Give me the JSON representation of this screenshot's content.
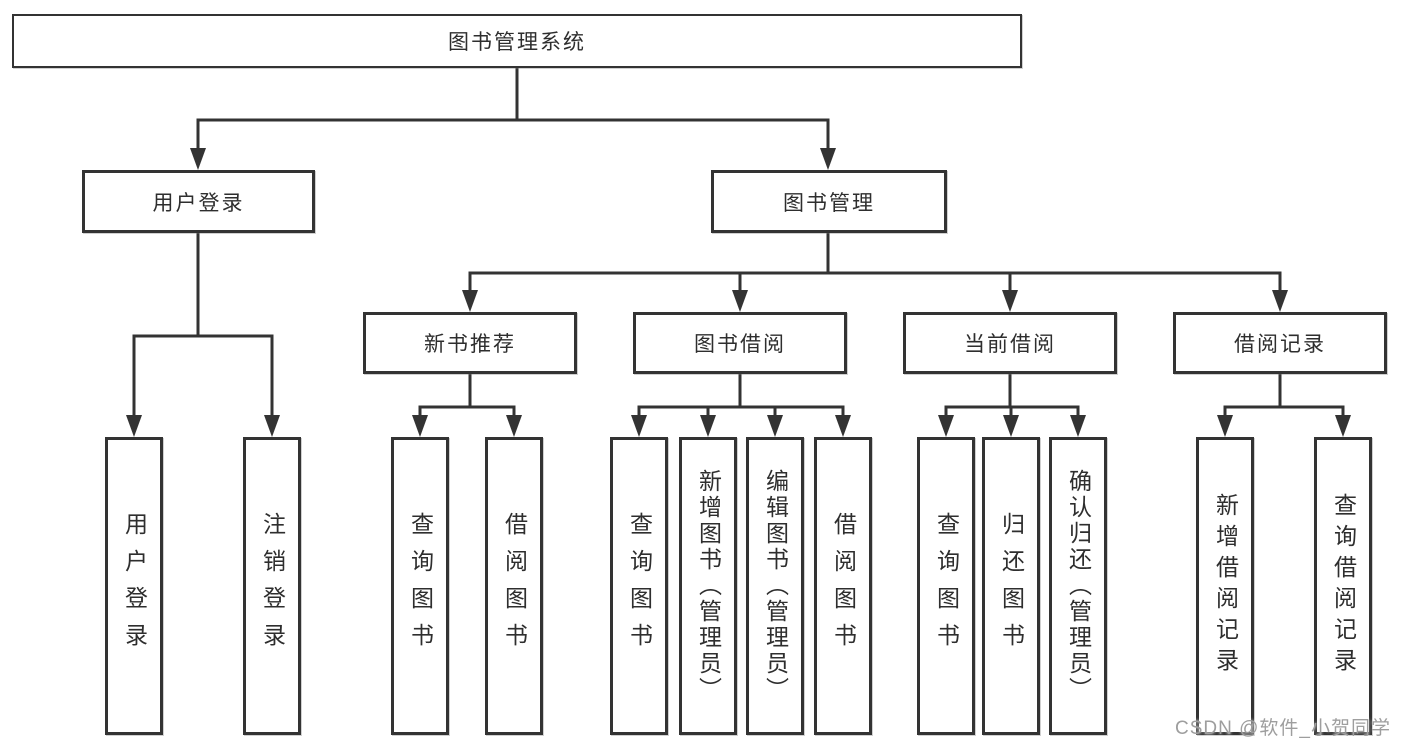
{
  "diagram": {
    "root": {
      "label": "图书管理系统"
    },
    "level2": [
      {
        "label": "用户登录"
      },
      {
        "label": "图书管理"
      }
    ],
    "level3": [
      {
        "label": "新书推荐"
      },
      {
        "label": "图书借阅"
      },
      {
        "label": "当前借阅"
      },
      {
        "label": "借阅记录"
      }
    ],
    "leaves": {
      "user_login": [
        "用户登录",
        "注销登录"
      ],
      "new_book": [
        "查询图书",
        "借阅图书"
      ],
      "borrow": [
        "查询图书",
        "新增图书（管理员）",
        "编辑图书（管理员）",
        "借阅图书"
      ],
      "current": [
        "查询图书",
        "归还图书",
        "确认归还（管理员）"
      ],
      "records": [
        "新增借阅记录",
        "查询借阅记录"
      ]
    }
  },
  "watermark": {
    "text": "CSDN @软件_小贺同学"
  },
  "colors": {
    "line": "#333333",
    "text": "#2e2e2e",
    "watermark": "#9e9e9e",
    "background": "#ffffff"
  }
}
